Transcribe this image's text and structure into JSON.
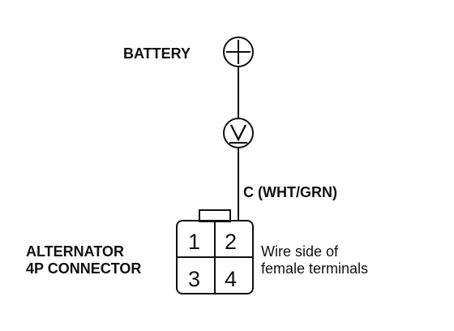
{
  "battery": {
    "label": "BATTERY",
    "symbol": "plus-terminal"
  },
  "meter": {
    "symbol": "voltmeter",
    "glyph": "V"
  },
  "wire": {
    "label": "C (WHT/GRN)"
  },
  "connector": {
    "name_line1": "ALTERNATOR",
    "name_line2": "4P CONNECTOR",
    "pins": [
      "1",
      "2",
      "3",
      "4"
    ],
    "note_line1": "Wire side of",
    "note_line2": "female terminals"
  }
}
